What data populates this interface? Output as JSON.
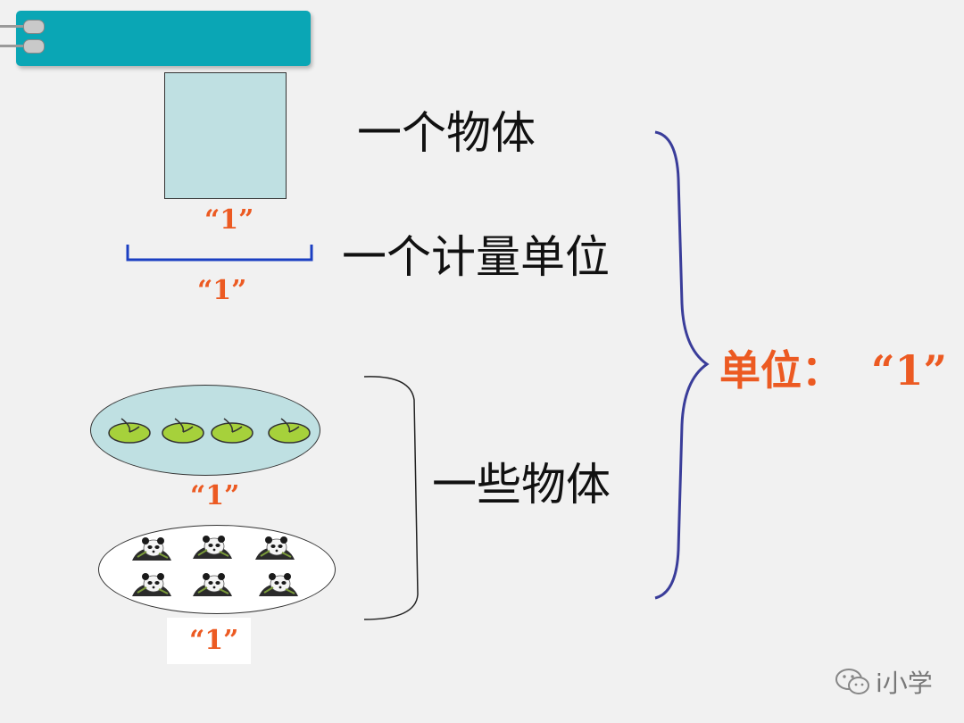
{
  "slide": {
    "header_tab": "",
    "labels": {
      "one_object": "一个物体",
      "one_measure_unit": "一个计量单位",
      "some_objects": "一些物体"
    },
    "quotes": {
      "square_unit": "“1”",
      "segment_unit": "“1”",
      "leaf_group_unit": "“1”",
      "panda_group_unit": "“1”"
    },
    "conclusion": {
      "prefix": "单位：",
      "value": "“1”"
    },
    "watermark": "i小学",
    "colors": {
      "accent_red": "#ec5a22",
      "header_teal": "#0aa6b5",
      "shape_fill": "#bfe0e2",
      "brace_blue": "#3a3d9a",
      "segment_blue": "#1b3fc2",
      "leaf_green": "#a6d13b"
    }
  }
}
